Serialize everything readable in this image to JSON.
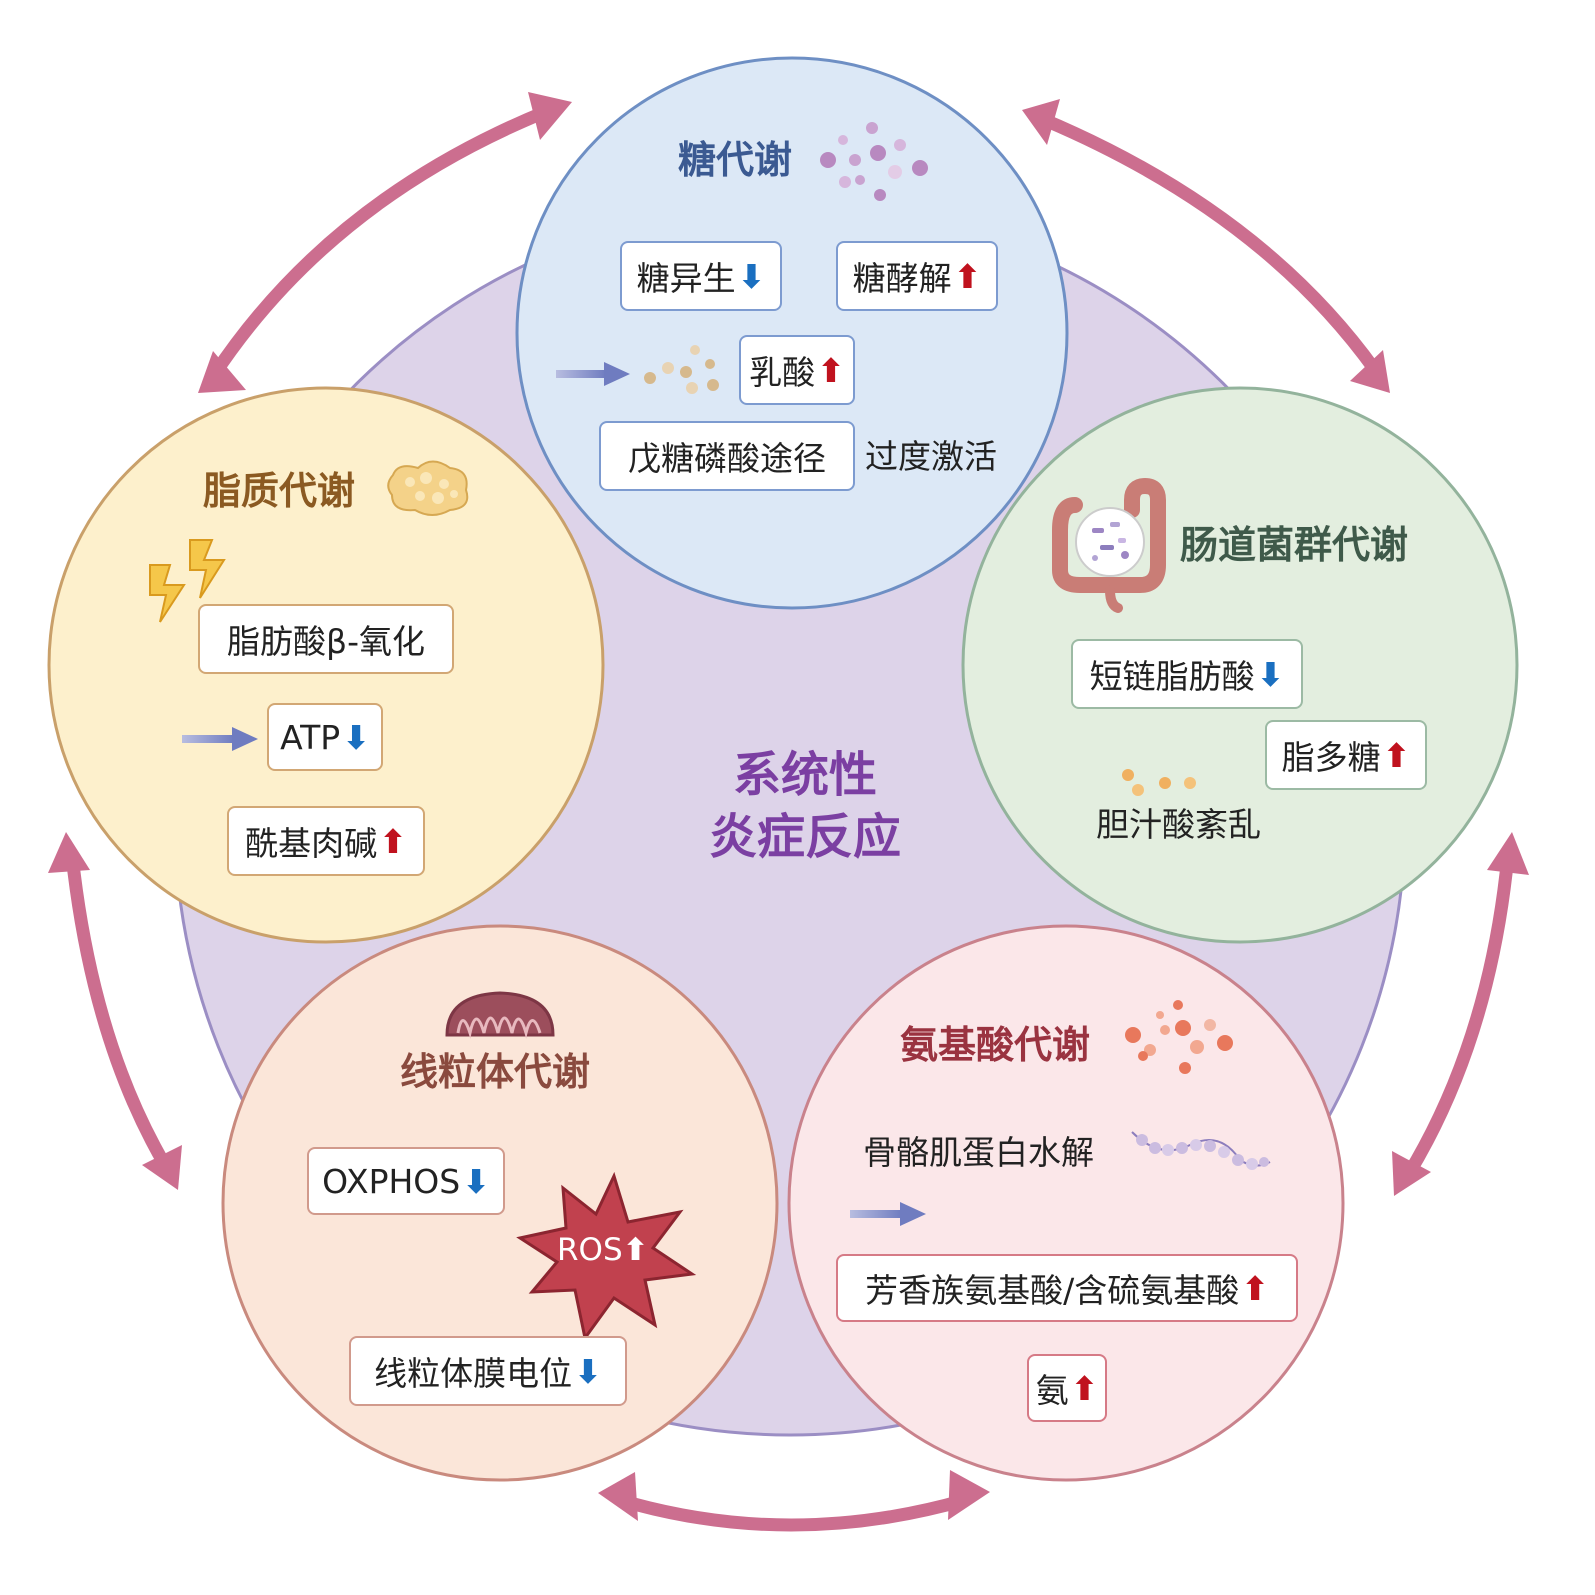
{
  "center": {
    "line1": "系统性",
    "line2": "炎症反应"
  },
  "glucose": {
    "title": "糖代谢",
    "gluconeogenesis": "糖异生",
    "gluconeogenesis_arrow": "down",
    "glycolysis": "糖酵解",
    "glycolysis_arrow": "up",
    "lactate": "乳酸",
    "lactate_arrow": "up",
    "pentose": "戊糖磷酸途径",
    "pentose_status": "过度激活"
  },
  "lipid": {
    "title": "脂质代谢",
    "beta_oxidation": "脂肪酸β-氧化",
    "atp": "ATP",
    "atp_arrow": "down",
    "acylcarnitine": "酰基肉碱",
    "acylcarnitine_arrow": "up"
  },
  "gut": {
    "title": "肠道菌群代谢",
    "scfa": "短链脂肪酸",
    "scfa_arrow": "down",
    "lps": "脂多糖",
    "lps_arrow": "up",
    "bile": "胆汁酸紊乱"
  },
  "mito": {
    "title": "线粒体代谢",
    "oxphos": "OXPHOS",
    "oxphos_arrow": "down",
    "ros": "ROS",
    "ros_arrow": "up",
    "membrane": "线粒体膜电位",
    "membrane_arrow": "down"
  },
  "amino": {
    "title": "氨基酸代谢",
    "hydrolysis": "骨骼肌蛋白水解",
    "aromatic": "芳香族氨基酸/含硫氨基酸",
    "aromatic_arrow": "up",
    "ammonia": "氨",
    "ammonia_arrow": "up"
  },
  "colors": {
    "glucose_fill": "#dce8f6",
    "glucose_stroke": "#6e8fc4",
    "lipid_fill": "#fdf0cc",
    "lipid_stroke": "#c9a06a",
    "gut_fill": "#e3eedf",
    "gut_stroke": "#93b39c",
    "mito_fill": "#fbe6d9",
    "mito_stroke": "#c98a7e",
    "amino_fill": "#fbe7e9",
    "amino_stroke": "#c9828c",
    "center_fill": "#ddd3e9",
    "center_stroke": "#9b8ec4",
    "cycle_arrow": "#cc6e8f",
    "up_arrow": "#c0121e",
    "down_arrow": "#1a6fc0"
  }
}
